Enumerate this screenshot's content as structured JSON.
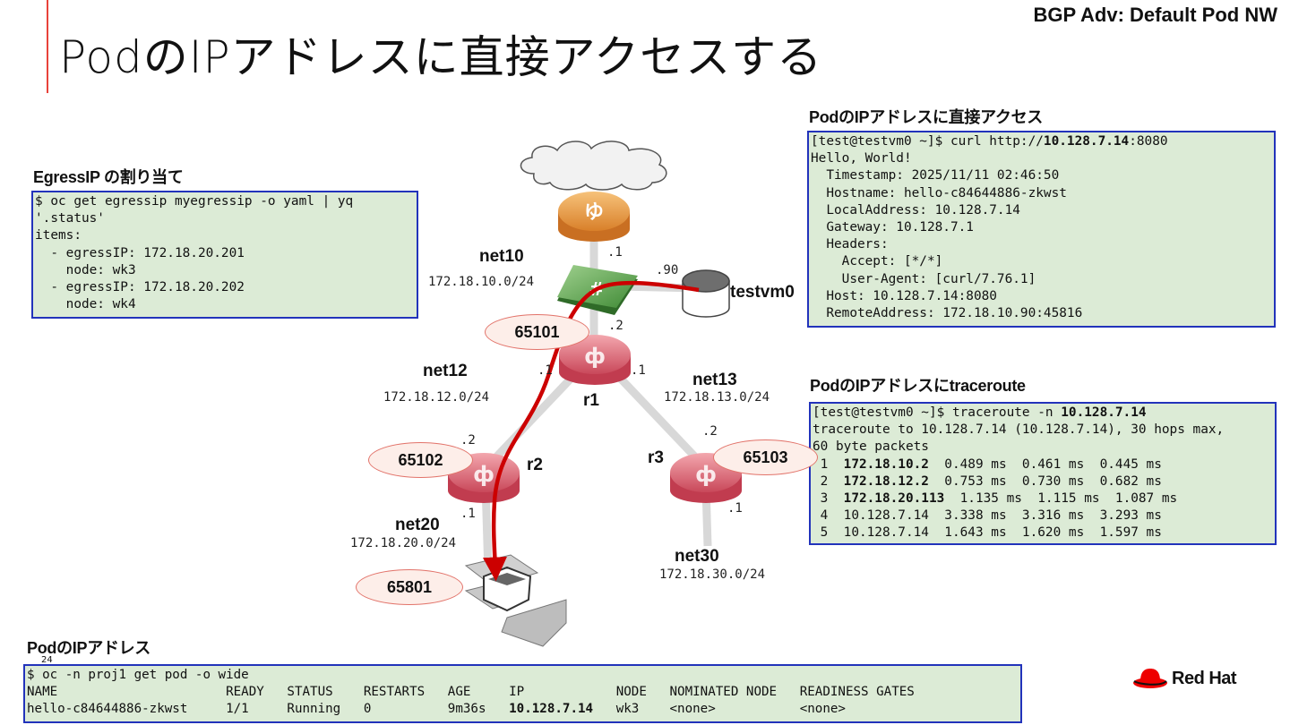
{
  "header": {
    "title": "PodのIPアドレスに直接アクセスする",
    "corner_label": "BGP Adv: Default Pod NW",
    "accent_color": "#e8423a"
  },
  "egress": {
    "heading": "EgressIP の割り当て",
    "lines": [
      "$ oc get egressip myegressip -o yaml | yq",
      "'.status'",
      "items:",
      "  - egressIP: 172.18.20.201",
      "    node: wk3",
      "  - egressIP: 172.18.20.202",
      "    node: wk4"
    ]
  },
  "curl": {
    "heading": "PodのIPアドレスに直接アクセス",
    "cmd_prefix": "[test@testvm0 ~]$ curl http://",
    "cmd_ip": "10.128.7.14",
    "cmd_suffix": ":8080",
    "lines": [
      "Hello, World!",
      "  Timestamp: 2025/11/11 02:46:50",
      "  Hostname: hello-c84644886-zkwst",
      "  LocalAddress: 10.128.7.14",
      "  Gateway: 10.128.7.1",
      "  Headers:",
      "    Accept: [*/*]",
      "    User-Agent: [curl/7.76.1]",
      "  Host: 10.128.7.14:8080",
      "  RemoteAddress: 172.18.10.90:45816"
    ]
  },
  "traceroute": {
    "heading": "PodのIPアドレスにtraceroute",
    "cmd_prefix": "[test@testvm0 ~]$ traceroute -n ",
    "cmd_ip": "10.128.7.14",
    "header_lines": [
      "traceroute to 10.128.7.14 (10.128.7.14), 30 hops max,",
      "60 byte packets"
    ],
    "hops": [
      {
        "num": " 1  ",
        "addr": "172.18.10.2",
        "bold": true,
        "times": "  0.489 ms  0.461 ms  0.445 ms"
      },
      {
        "num": " 2  ",
        "addr": "172.18.12.2",
        "bold": true,
        "times": "  0.753 ms  0.730 ms  0.682 ms"
      },
      {
        "num": " 3  ",
        "addr": "172.18.20.113",
        "bold": true,
        "times": "  1.135 ms  1.115 ms  1.087 ms"
      },
      {
        "num": " 4  ",
        "addr": "10.128.7.14",
        "bold": false,
        "times": "  3.338 ms  3.316 ms  3.293 ms"
      },
      {
        "num": " 5  ",
        "addr": "10.128.7.14",
        "bold": false,
        "times": "  1.643 ms  1.620 ms  1.597 ms"
      }
    ]
  },
  "pods": {
    "heading": "PodのIPアドレス",
    "page_number": "24",
    "cmd": "$ oc -n proj1 get pod -o wide",
    "header_row": "NAME                      READY   STATUS    RESTARTS   AGE     IP            NODE   NOMINATED NODE   READINESS GATES",
    "row_prefix": "hello-c84644886-zkwst     1/1     Running   0          9m36s   ",
    "row_ip": "10.128.7.14",
    "row_suffix": "   wk3    <none>           <none>"
  },
  "diagram": {
    "nodes": {
      "testvm": "testvm0",
      "r1": "r1",
      "r2": "r2",
      "r3": "r3"
    },
    "nets": {
      "net10": {
        "name": "net10",
        "cidr": "172.18.10.0/24"
      },
      "net12": {
        "name": "net12",
        "cidr": "172.18.12.0/24"
      },
      "net13": {
        "name": "net13",
        "cidr": "172.18.13.0/24"
      },
      "net20": {
        "name": "net20",
        "cidr": "172.18.20.0/24"
      },
      "net30": {
        "name": "net30",
        "cidr": "172.18.30.0/24"
      }
    },
    "asns": {
      "r1": "65101",
      "r2": "65102",
      "r3": "65103",
      "ocp": "65801"
    },
    "host_ids": {
      "gw_net10": ".1",
      "testvm_net10": ".90",
      "r1_net10": ".2",
      "r1_net12": ".1",
      "r1_net13": ".1",
      "r2_net12": ".2",
      "r2_net20": ".1",
      "r3_net13": ".2",
      "r3_net30": ".1"
    },
    "path_color": "#cc0000"
  },
  "brand": {
    "name": "Red Hat",
    "color": "#ee0000"
  }
}
